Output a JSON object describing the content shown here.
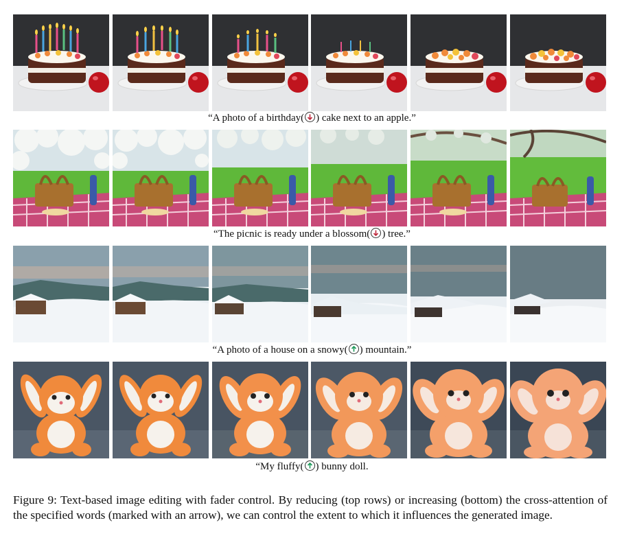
{
  "rows": [
    {
      "prefix": "“A photo of a birthday(",
      "suffix": ") cake next to an apple.”",
      "arrow": "down",
      "arrow_color": "#c0283c"
    },
    {
      "prefix": "“The picnic is ready under a blossom(",
      "suffix": ") tree.”",
      "arrow": "down",
      "arrow_color": "#c0283c"
    },
    {
      "prefix": "“A photo of a house on a snowy(",
      "suffix": ") mountain.”",
      "arrow": "up",
      "arrow_color": "#1e9a5a"
    },
    {
      "prefix": "“My fluffy(",
      "suffix": ") bunny doll.",
      "arrow": "up",
      "arrow_color": "#1e9a5a"
    }
  ],
  "figure_caption": "Figure 9: Text-based image editing with fader control. By reducing (top rows) or increasing (bottom) the cross-attention of the specified words (marked with an arrow), we can control the extent to which it influences the generated image."
}
